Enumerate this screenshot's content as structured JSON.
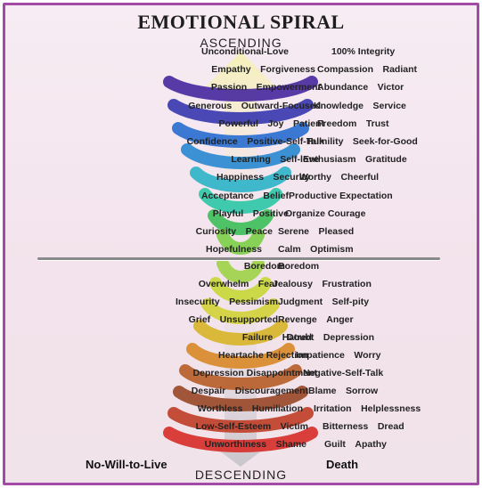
{
  "title": "EMOTIONAL SPIRAL",
  "ascending": "ASCENDING",
  "descending": "DESCENDING",
  "upper_left": [
    "Unconditional-Love",
    "Empathy   Forgiveness",
    "Passion   Empowerment",
    "Generous   Outward-Focused",
    "Powerful   Joy   Patient",
    "Confidence   Positive-Self-Talk",
    "Learning   Self-love",
    "Happiness   Security",
    "Acceptance   Belief",
    "Playful   Positive",
    "Curiosity   Peace",
    "Hopefulness"
  ],
  "upper_right": [
    "100% Integrity",
    "Compassion   Radiant",
    "Abundance   Victor",
    "Knowledge   Service",
    "Freedom   Trust",
    "Humility   Seek-for-Good",
    "Enthusiasm   Gratitude",
    "Worthy   Cheerful",
    "Productive Expectation",
    "Organize Courage",
    "Serene   Pleased",
    "Calm   Optimism"
  ],
  "lower_left": [
    "Boredom",
    "Overwhelm   Fear",
    "Insecurity   Pessimism",
    "Grief   Unsupported",
    "Failure   Hatred",
    "Heartache Rejection",
    "Depression Disappointment",
    "Despair   Discouragement",
    "Worthless   Humiliation",
    "Low-Self-Esteem   Victim",
    "Unworthiness   Shame"
  ],
  "lower_right": [
    "Boredom",
    "Jealousy   Frustration",
    "Judgment   Self-pity",
    "Revenge   Anger",
    "Doubt   Depression",
    "Impatience   Worry",
    "Negative-Self-Talk",
    "Blame   Sorrow",
    "Irritation   Helplessness",
    "Bitterness   Dread",
    "Guilt   Apathy"
  ],
  "bottom_left": "No-Will-to-Live",
  "bottom_right": "Death",
  "colors": {
    "border": "#a24aa6",
    "purple": "#4a2aa0",
    "blue": "#2a6fd0",
    "cyan": "#2fb4c8",
    "green": "#3fbf5a",
    "yellow": "#d2d23a",
    "orange": "#d88a2a",
    "brown": "#9a4a2a",
    "red": "#d8302a"
  },
  "icons": [
    "up-arrow-icon",
    "down-arrow-icon"
  ]
}
